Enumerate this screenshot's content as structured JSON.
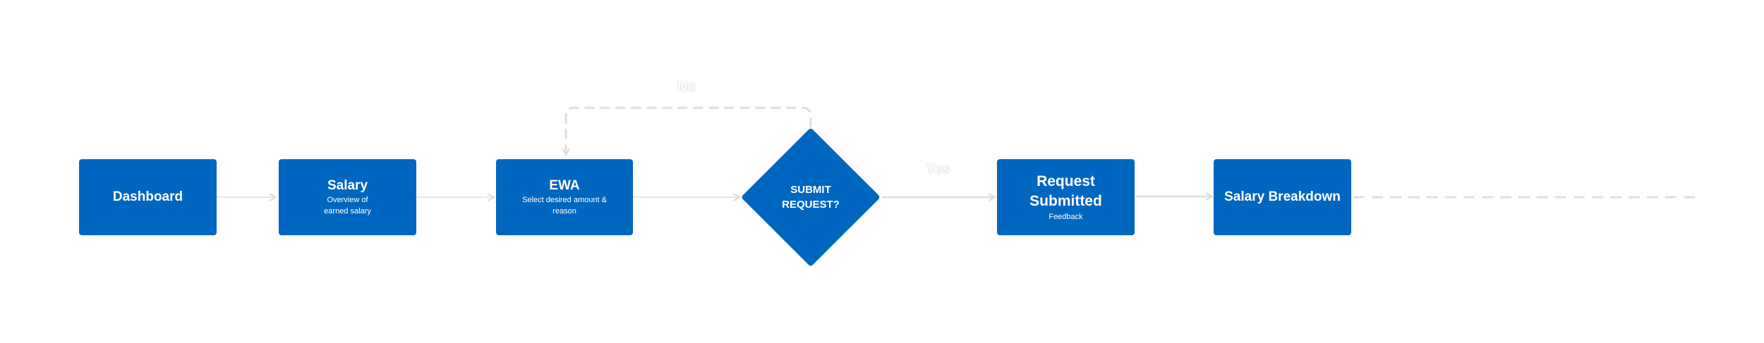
{
  "nodes": {
    "dashboard": {
      "title": "Dashboard"
    },
    "salary": {
      "title": "Salary",
      "subtitle": "Overview of earned salary"
    },
    "ewa": {
      "title": "EWA",
      "subtitle": "Select desired amount & reason"
    },
    "decision": {
      "title": "SUBMIT REQUEST?"
    },
    "request_submitted": {
      "title": "Request Submitted",
      "subtitle": "Feedback"
    },
    "salary_breakdown": {
      "title": "Salary Breakdown"
    }
  },
  "edges": {
    "no_label": "No",
    "yes_label": "Yes"
  },
  "colors": {
    "node_fill": "#0067c0",
    "node_text": "#ffffff",
    "connector": "#e4e4e4",
    "dashed_connector": "#dedede"
  }
}
